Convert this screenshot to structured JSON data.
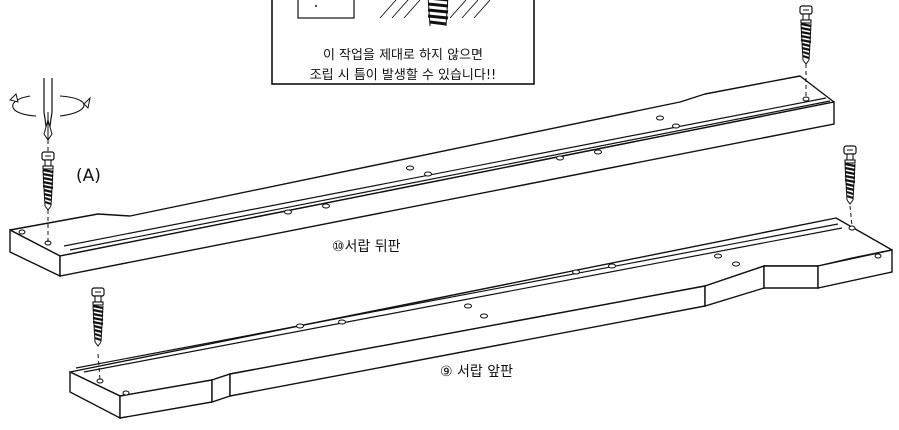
{
  "warning": {
    "line1": "이 작업을 제대로 하지 않으면",
    "line2": "조립 시 틈이 발생할 수 있습니다!!"
  },
  "callout": {
    "label": "(A)"
  },
  "parts": {
    "back": {
      "name": "⑩서랍 뒤판"
    },
    "front": {
      "name": "⑨ 서랍 앞판"
    }
  },
  "icons": {
    "rotation": "rotation-arrow-icon",
    "screwdriver": "screwdriver-icon",
    "screw": "cam-bolt-icon"
  }
}
